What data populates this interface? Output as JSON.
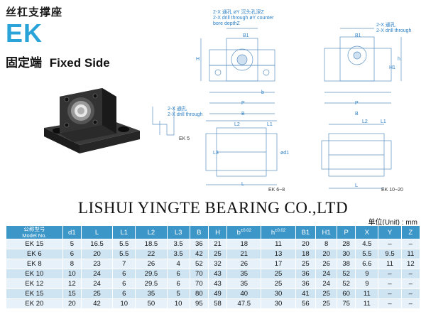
{
  "header": {
    "title_cn": "丝杠支撑座",
    "title_code": "EK",
    "subtitle_cn": "固定端",
    "subtitle_en": "Fixed Side"
  },
  "drawing": {
    "note_main_cn": "2-X 通孔 øY 沉头孔深Z",
    "note_main_en1": "2-X drill through øY counter",
    "note_main_en2": "bore depthZ",
    "note_right_cn": "2-X 通孔",
    "note_right_en": "2-X drill through",
    "note_left_cn": "2-X 通孔",
    "note_left_en": "2-X drill through",
    "label_ek5": "EK 5",
    "label_ek68": "EK 6~8",
    "label_ek1020": "EK 10~20",
    "dims": {
      "b1": "B1",
      "b": "B",
      "p": "P",
      "h": "H",
      "h1": "H1",
      "h_low": "h",
      "b_low": "b",
      "l1": "L1",
      "l2": "L2",
      "l3": "L3",
      "l": "L",
      "d1": "ød1"
    }
  },
  "watermark": "LISHUI YINGTE BEARING CO.,LTD",
  "unit_label": "单位(Unit) : mm",
  "table": {
    "model_header_cn": "公称型号",
    "model_header_en": "Model No.",
    "columns": [
      "d1",
      "L",
      "L1",
      "L2",
      "L3",
      "B",
      "H",
      "b",
      "h",
      "B1",
      "H1",
      "P",
      "X",
      "Y",
      "Z"
    ],
    "b_sup": "±0.02",
    "h_sup": "±0.02",
    "rows": [
      [
        "EK 15",
        "5",
        "16.5",
        "5.5",
        "18.5",
        "3.5",
        "36",
        "21",
        "18",
        "11",
        "20",
        "8",
        "28",
        "4.5",
        "–",
        "–"
      ],
      [
        "EK 6",
        "6",
        "20",
        "5.5",
        "22",
        "3.5",
        "42",
        "25",
        "21",
        "13",
        "18",
        "20",
        "30",
        "5.5",
        "9.5",
        "11"
      ],
      [
        "EK 8",
        "8",
        "23",
        "7",
        "26",
        "4",
        "52",
        "32",
        "26",
        "17",
        "25",
        "26",
        "38",
        "6.6",
        "11",
        "12"
      ],
      [
        "EK 10",
        "10",
        "24",
        "6",
        "29.5",
        "6",
        "70",
        "43",
        "35",
        "25",
        "36",
        "24",
        "52",
        "9",
        "–",
        "–"
      ],
      [
        "EK 12",
        "12",
        "24",
        "6",
        "29.5",
        "6",
        "70",
        "43",
        "35",
        "25",
        "36",
        "24",
        "52",
        "9",
        "–",
        "–"
      ],
      [
        "EK 15",
        "15",
        "25",
        "6",
        "35",
        "5",
        "80",
        "49",
        "40",
        "30",
        "41",
        "25",
        "60",
        "11",
        "–",
        "–"
      ],
      [
        "EK 20",
        "20",
        "42",
        "10",
        "50",
        "10",
        "95",
        "58",
        "47.5",
        "30",
        "56",
        "25",
        "75",
        "11",
        "–",
        "–"
      ]
    ]
  }
}
